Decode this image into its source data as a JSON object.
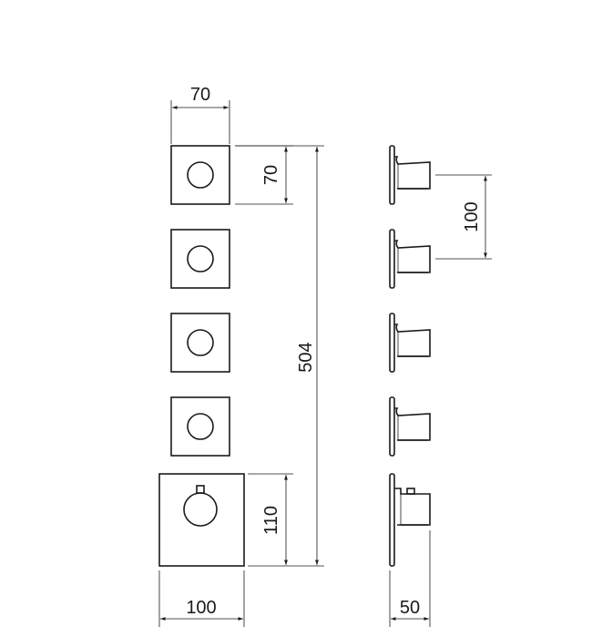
{
  "dimensions": {
    "top_width": "70",
    "top_height": "70",
    "total_height": "504",
    "bottom_height": "110",
    "bottom_width": "100",
    "side_spacing": "100",
    "side_depth": "50"
  }
}
